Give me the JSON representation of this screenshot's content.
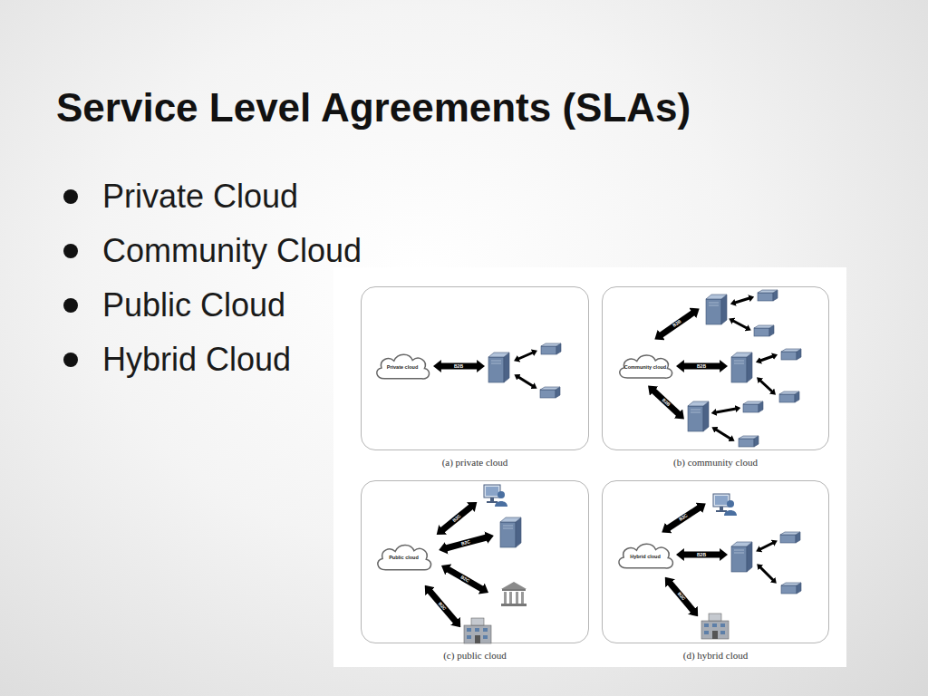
{
  "diagram": {
    "title": "Service Level Agreements (SLAs)",
    "nodes": [
      {
        "text": [
          "(a) private cloud"
        ]
      },
      {
        "text": [
          "Private cloud"
        ],
        "in": 0
      },
      {
        "text": [
          "(b) community cloud"
        ]
      },
      {
        "text": [
          "Community cloud"
        ],
        "in": 2
      },
      {
        "text": [
          "(c) public cloud"
        ]
      },
      {
        "text": [
          "Public cloud"
        ],
        "in": 4
      },
      {
        "text": [
          "(d) hybrid cloud"
        ]
      },
      {
        "text": [
          "Hybrid cloud"
        ],
        "in": 6
      }
    ],
    "labels": [
      "Private Cloud",
      "Community Cloud",
      "Public Cloud",
      "Hybrid Cloud",
      "B2B",
      "B2B",
      "B2B",
      "B2B",
      "B2C",
      "B2C",
      "B2C",
      "B2C",
      "B2C",
      "B2B",
      "B2C"
    ]
  }
}
